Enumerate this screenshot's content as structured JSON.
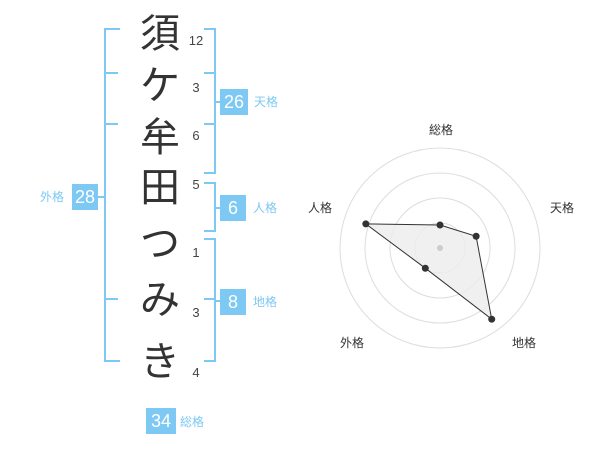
{
  "name": {
    "chars": [
      "須",
      "ケ",
      "牟",
      "田",
      "つ",
      "み",
      "き"
    ],
    "strokes": [
      "12",
      "3",
      "6",
      "5",
      "1",
      "3",
      "4"
    ]
  },
  "fortunes": {
    "tenkaku": {
      "value": "26",
      "label": "天格"
    },
    "jinkaku": {
      "value": "6",
      "label": "人格"
    },
    "chikaku": {
      "value": "8",
      "label": "地格"
    },
    "gaikaku": {
      "value": "28",
      "label": "外格"
    },
    "soukaku": {
      "value": "34",
      "label": "総格"
    }
  },
  "colors": {
    "accent": "#7ec8f4",
    "text": "#333333"
  },
  "chart_data": {
    "type": "radar",
    "axes": [
      "総格",
      "天格",
      "地格",
      "外格",
      "人格"
    ],
    "values": [
      0.23,
      0.38,
      0.88,
      0.25,
      0.78
    ],
    "rmax": 1,
    "rings": 4,
    "grid": true
  }
}
